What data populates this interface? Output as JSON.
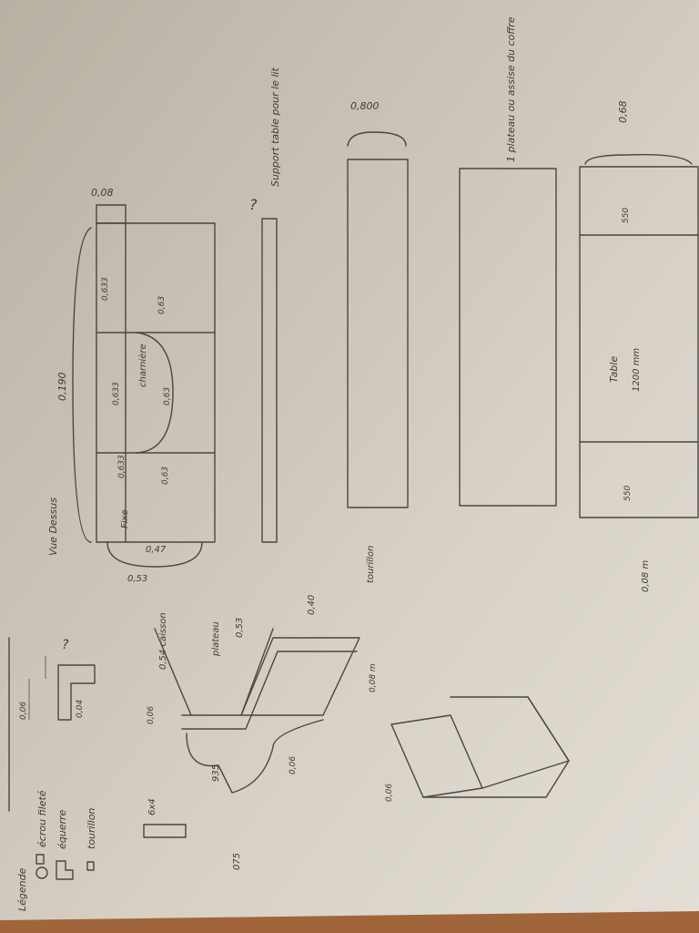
{
  "colors": {
    "paper": "#dcd6cb",
    "paper_shadow": "#b3ab9e",
    "ink": "#4a4640",
    "desk": "#a0653a"
  },
  "legend": {
    "title": "Légende",
    "items": [
      {
        "icon": "nut-icon",
        "label": "écrou fileté"
      },
      {
        "icon": "bracket-icon",
        "label": "équerre"
      },
      {
        "icon": "dowel-icon",
        "label": "tourillon"
      }
    ]
  },
  "top_view": {
    "title": "Vue Dessus",
    "length": "0,190",
    "top_dim": "0,08",
    "width_inner": "0,47",
    "width_outer": "0,53",
    "caisson": "0,54 caisson",
    "fixed_label": "Fixe",
    "hinge_label": "charnière",
    "sections": [
      {
        "a": "0,633",
        "b": "0,63"
      },
      {
        "a": "0,633",
        "b": "0,63"
      },
      {
        "a": "0,633",
        "b": "0,63"
      }
    ]
  },
  "profile_detail": {
    "d1": "0,06",
    "d2": "0,04",
    "note": "?"
  },
  "perspective": {
    "plateau": "plateau",
    "d_053": "0,53",
    "d_040": "0,40",
    "d_006a": "0,06",
    "d_006b": "0,06",
    "d_935": "935",
    "d_075": "075",
    "d_6x4": "6x4",
    "d_008m": "0,08 m"
  },
  "support": {
    "label": "Support table pour le lit",
    "note": "?"
  },
  "board": {
    "width": "0,800",
    "dowel_label": "tourillon"
  },
  "plateau": {
    "label": "1 plateau ou assise du coffre"
  },
  "table": {
    "width": "0,68",
    "label": "Table",
    "length": "1200 mm",
    "end_a": "550",
    "end_b": "550",
    "foot": "0,08 m"
  },
  "steps": {
    "dim": "0,06"
  }
}
